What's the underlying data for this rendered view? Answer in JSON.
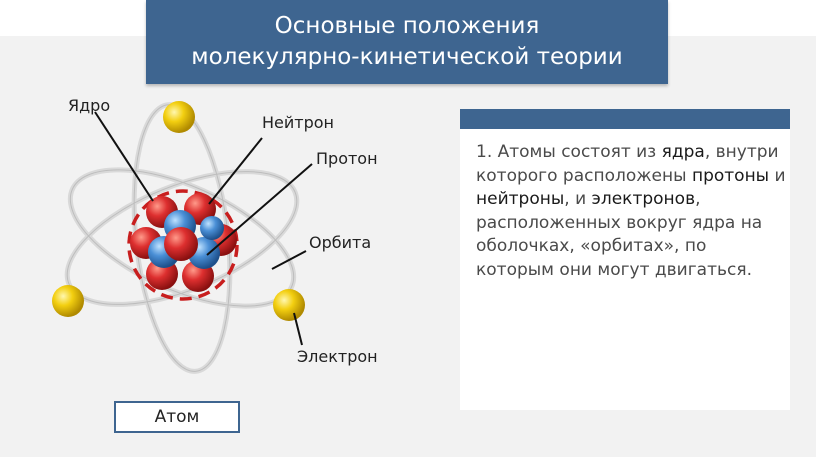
{
  "slide": {
    "title_line1": "Основные положения",
    "title_line2": "молекулярно-кинетической теории"
  },
  "diagram": {
    "labels": {
      "nucleus": "Ядро",
      "neutron": "Нейтрон",
      "proton": "Протон",
      "orbit": "Орбита",
      "electron": "Электрон"
    },
    "caption": "Атом",
    "colors": {
      "electron": "#f0c400",
      "proton": "#d42a2a",
      "neutron": "#3a7fc8",
      "orbit": "#d8d8d8",
      "nucleus_outline": "#c81e1e"
    }
  },
  "text": {
    "p1": "1. Атомы состоят из ",
    "k1": "ядра",
    "p2": ", внутри которого расположены ",
    "k2": "протоны",
    "p3": " и ",
    "k3": "нейтроны",
    "p4": ", и ",
    "k4": "электронов",
    "p5": ", расположенных вокруг ядра на оболочках, «орбитах», по которым они могут двигаться."
  },
  "theme": {
    "accent": "#3e6590"
  }
}
